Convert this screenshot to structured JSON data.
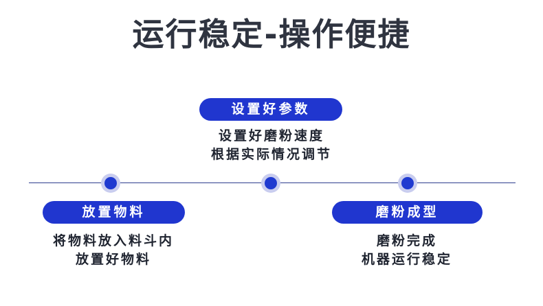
{
  "title": "运行稳定-操作便捷",
  "steps": [
    {
      "label": "设置好参数",
      "lines": [
        "设置好磨粉速度",
        "根据实际情况调节"
      ]
    },
    {
      "label": "放置物料",
      "lines": [
        "将物料放入料斗内",
        "放置好物料"
      ]
    },
    {
      "label": "磨粉成型",
      "lines": [
        "磨粉完成",
        "机器运行稳定"
      ]
    }
  ],
  "colors": {
    "accent": "#2036cf",
    "node_outer": "#c9cdef",
    "line": "#2d3c8e",
    "title": "#2f3440"
  }
}
